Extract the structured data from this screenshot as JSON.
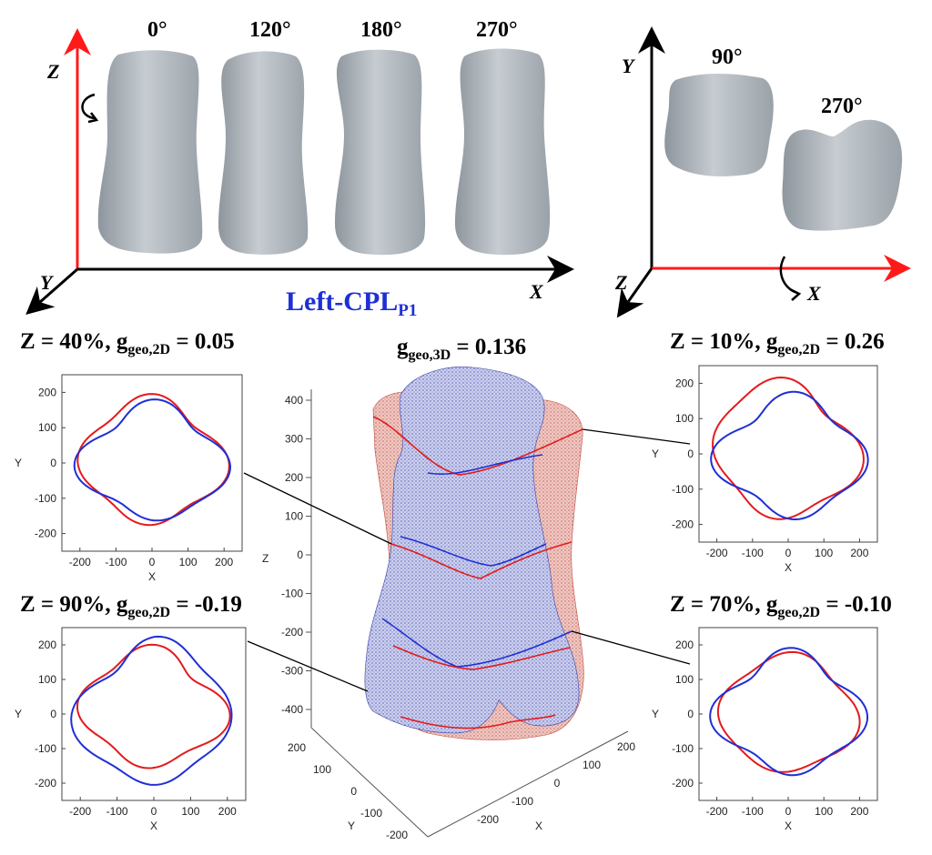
{
  "top_left": {
    "angles": [
      "0°",
      "120°",
      "180°",
      "270°"
    ],
    "axis_z": "Z",
    "axis_y": "Y",
    "axis_x": "X",
    "sample_name": "Left-CPL",
    "sample_sub": "P1"
  },
  "top_right": {
    "angles": [
      "90°",
      "270°"
    ],
    "axis_y": "Y",
    "axis_z": "Z",
    "axis_x": "X"
  },
  "center": {
    "title_main": "g",
    "title_sub": "geo,3D",
    "title_value": " = 0.136",
    "z_ticks": [
      "400",
      "300",
      "200",
      "100",
      "0",
      "-100",
      "-200",
      "-300",
      "-400"
    ],
    "y_ticks": [
      "200",
      "100",
      "0",
      "-100",
      "-200"
    ],
    "x_ticks": [
      "-200",
      "-100",
      "0",
      "100",
      "200"
    ],
    "axis_z": "Z",
    "axis_y": "Y",
    "axis_x": "X"
  },
  "panels": [
    {
      "id": "z40",
      "label_pre": "Z = 40%, g",
      "label_sub": "geo,2D",
      "label_val": " = 0.05"
    },
    {
      "id": "z10",
      "label_pre": "Z = 10%, g",
      "label_sub": "geo,2D",
      "label_val": " = 0.26"
    },
    {
      "id": "z90",
      "label_pre": "Z = 90%, g",
      "label_sub": "geo,2D",
      "label_val": " = -0.19"
    },
    {
      "id": "z70",
      "label_pre": "Z = 70%, g",
      "label_sub": "geo,2D",
      "label_val": " = -0.10"
    }
  ],
  "panel_axes": {
    "xlabel": "X",
    "ylabel": "Y",
    "x_ticks": [
      "-200",
      "-100",
      "0",
      "100",
      "200"
    ],
    "y_ticks": [
      "200",
      "100",
      "0",
      "-100",
      "-200"
    ],
    "xlim": [
      -250,
      250
    ],
    "ylim": [
      -250,
      250
    ]
  },
  "colors": {
    "red": "#e41a1c",
    "blue": "#1f2fd6",
    "axis_red": "#ff1a1a",
    "mesh_red": "#e8b3ad",
    "mesh_blue": "#b6badf",
    "shape": "#b5bcc2"
  }
}
